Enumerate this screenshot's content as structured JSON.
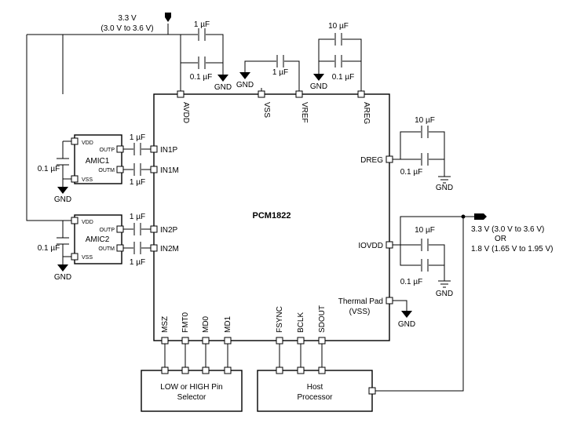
{
  "supply_top": {
    "voltage": "3.3 V",
    "range": "(3.0 V to 3.6 V)"
  },
  "supply_right": {
    "line1": "3.3 V (3.0 V to 3.6 V)",
    "line2": "OR",
    "line3": "1.8 V (1.65 V to 1.95 V)"
  },
  "chip": {
    "name": "PCM1822",
    "top_pins": [
      "AVDD",
      "VSS",
      "VREF",
      "AREG"
    ],
    "left_pins": [
      "IN1P",
      "IN1M",
      "IN2P",
      "IN2M"
    ],
    "right_pins": [
      "DREG",
      "IOVDD",
      "Thermal Pad",
      "(VSS)"
    ],
    "bottom_pins": [
      "MSZ",
      "FMT0",
      "MD0",
      "MD1",
      "FSYNC",
      "BCLK",
      "SDOUT"
    ]
  },
  "mics": [
    {
      "name": "AMIC1",
      "pins": [
        "VDD",
        "OUTP",
        "OUTM",
        "VSS"
      ]
    },
    {
      "name": "AMIC2",
      "pins": [
        "VDD",
        "OUTP",
        "OUTM",
        "VSS"
      ]
    }
  ],
  "caps": {
    "c1u": "1 µF",
    "c01u": "0.1 µF",
    "c10u": "10 µF"
  },
  "gnd_label": "GND",
  "selector": {
    "line1": "LOW or HIGH Pin",
    "line2": "Selector"
  },
  "host": {
    "line1": "Host",
    "line2": "Processor"
  }
}
